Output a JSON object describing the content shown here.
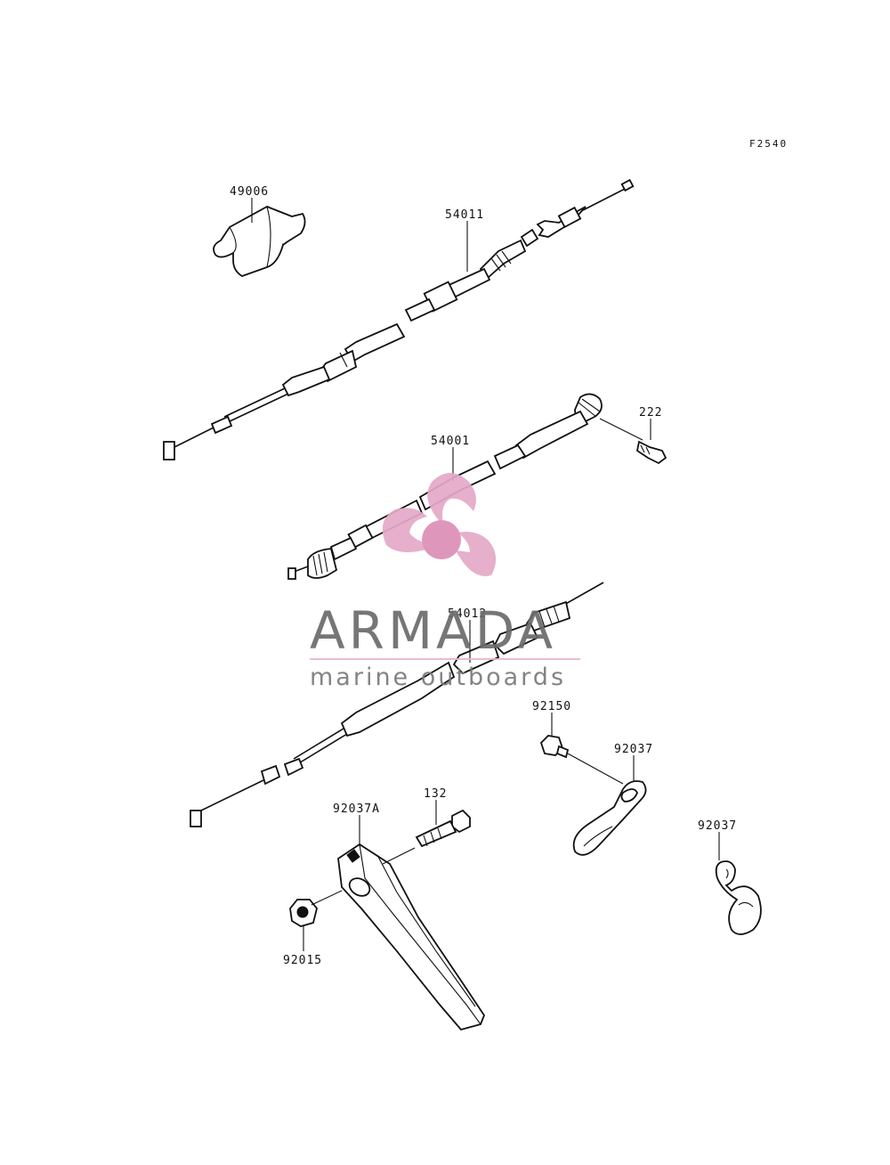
{
  "figure": {
    "code": "F2540"
  },
  "parts": [
    {
      "number": "49006"
    },
    {
      "number": "54011"
    },
    {
      "number": "54001"
    },
    {
      "number": "222"
    },
    {
      "number": "54012"
    },
    {
      "number": "92150"
    },
    {
      "number": "92037"
    },
    {
      "number": "92037A"
    },
    {
      "number": "132"
    },
    {
      "number": "92037"
    },
    {
      "number": "92015"
    }
  ],
  "watermark": {
    "brand": "ARMADA",
    "tagline": "marine outboards",
    "colors": {
      "logo_pink": "#e4a9c7",
      "logo_center": "#dc8fb6",
      "text_gray": "#6b6b6b",
      "rule_pink": "#e8b7cf"
    }
  }
}
